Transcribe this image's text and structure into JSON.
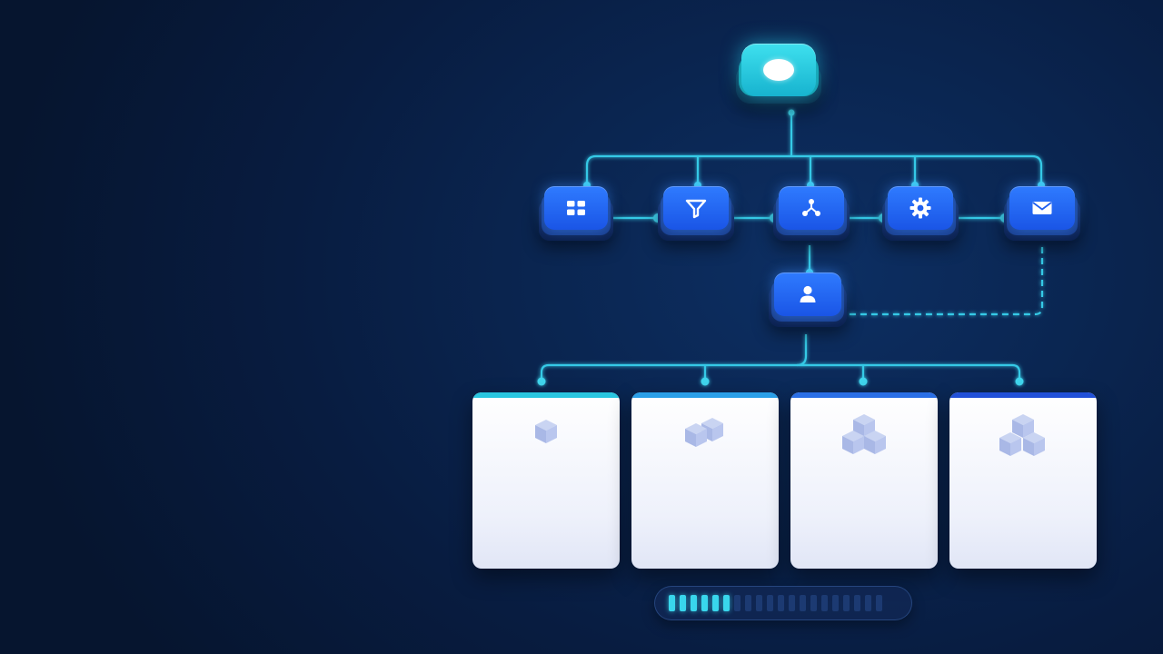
{
  "diagram": {
    "root": {
      "icon": "toggle-icon"
    },
    "level1": [
      {
        "id": "dashboard",
        "icon": "grid-icon"
      },
      {
        "id": "filter",
        "icon": "funnel-icon"
      },
      {
        "id": "share",
        "icon": "share-nodes-icon"
      },
      {
        "id": "settings",
        "icon": "gear-icon"
      },
      {
        "id": "mail",
        "icon": "envelope-icon"
      }
    ],
    "user": {
      "icon": "user-icon"
    },
    "cards": [
      {
        "icon": "cube-1-icon",
        "band": "#29c6e0"
      },
      {
        "icon": "cube-2-icon",
        "band": "#2a9fe8"
      },
      {
        "icon": "cube-3-icon",
        "band": "#2a6fe6"
      },
      {
        "icon": "cube-4-icon",
        "band": "#2150d8"
      }
    ]
  },
  "progress": {
    "segments_total": 20,
    "segments_filled": 6,
    "fraction": 0.3
  },
  "colors": {
    "background": "#081c40",
    "wire": "#35c9e6",
    "node": "#1f5ff0",
    "root": "#2fd3e6",
    "accent": "#39d6ec"
  }
}
